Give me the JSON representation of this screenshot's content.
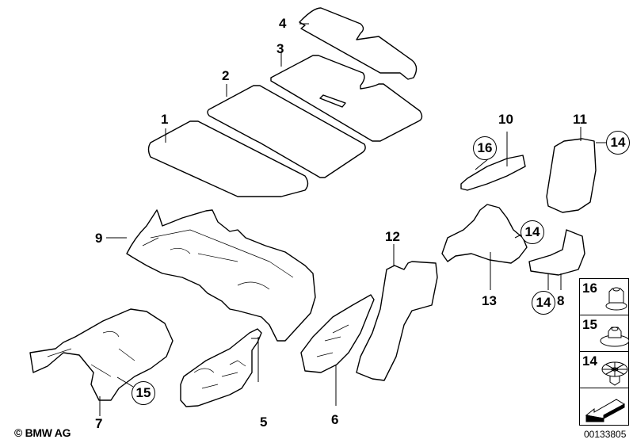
{
  "diagram": {
    "title": "Sound insulation / trunk lining parts diagram",
    "copyright": "© BMW AG",
    "document_number": "00133805",
    "callouts": [
      {
        "id": "c1",
        "label": "1"
      },
      {
        "id": "c2",
        "label": "2"
      },
      {
        "id": "c3",
        "label": "3"
      },
      {
        "id": "c4",
        "label": "4"
      },
      {
        "id": "c5",
        "label": "5"
      },
      {
        "id": "c6",
        "label": "6"
      },
      {
        "id": "c7",
        "label": "7"
      },
      {
        "id": "c8",
        "label": "8"
      },
      {
        "id": "c9",
        "label": "9"
      },
      {
        "id": "c10",
        "label": "10"
      },
      {
        "id": "c11",
        "label": "11"
      },
      {
        "id": "c12",
        "label": "12"
      },
      {
        "id": "c13",
        "label": "13"
      }
    ],
    "circled_callouts": [
      {
        "id": "k16a",
        "label": "16"
      },
      {
        "id": "k14a",
        "label": "14"
      },
      {
        "id": "k14b",
        "label": "14"
      },
      {
        "id": "k14c",
        "label": "14"
      },
      {
        "id": "k15a",
        "label": "15"
      }
    ],
    "legend": [
      {
        "label": "16",
        "icon": "collar-nut-icon"
      },
      {
        "label": "15",
        "icon": "flange-nut-icon"
      },
      {
        "label": "14",
        "icon": "expanding-clip-icon"
      },
      {
        "label": "",
        "icon": "direction-arrow-icon"
      }
    ]
  }
}
